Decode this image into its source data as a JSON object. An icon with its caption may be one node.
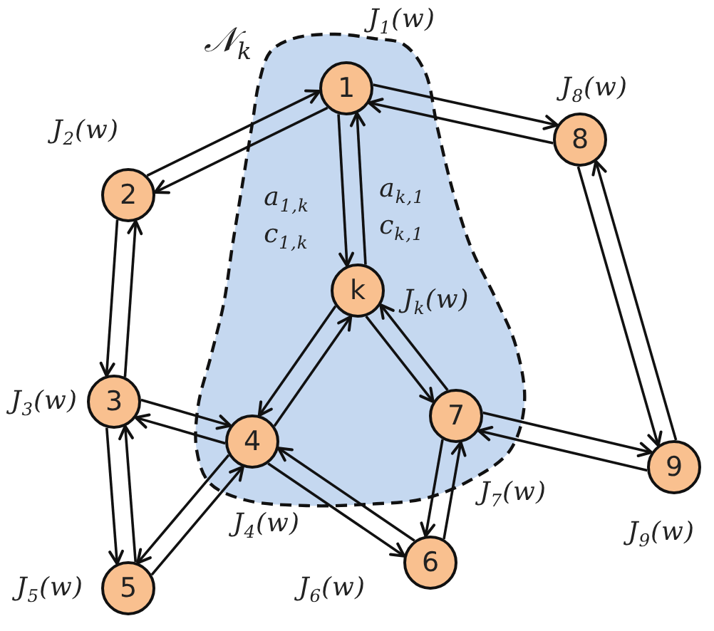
{
  "diagram": {
    "nodes": [
      {
        "text": [
          "𝒩$_{k}$"
        ]
      },
      {
        "text": [
          "1"
        ],
        "in": 0,
        "beside": [
          "J$_{1}$(w)"
        ]
      },
      {
        "text": [
          "2"
        ],
        "beside": [
          "J$_{2}$(w)"
        ]
      },
      {
        "text": [
          "3"
        ],
        "beside": [
          "J$_{3}$(w)"
        ]
      },
      {
        "text": [
          "4"
        ],
        "in": 0,
        "beside": [
          "J$_{4}$(w)"
        ]
      },
      {
        "text": [
          "5"
        ],
        "beside": [
          "J$_{5}$(w)"
        ]
      },
      {
        "text": [
          "6"
        ],
        "beside": [
          "J$_{6}$(w)"
        ]
      },
      {
        "text": [
          "7"
        ],
        "in": 0,
        "beside": [
          "J$_{7}$(w)"
        ]
      },
      {
        "text": [
          "8"
        ],
        "beside": [
          "J$_{8}$(w)"
        ]
      },
      {
        "text": [
          "9"
        ],
        "beside": [
          "J$_{9}$(w)"
        ]
      },
      {
        "text": [
          "k"
        ],
        "in": 0,
        "beside": [
          "J$_{k}$(w)"
        ]
      }
    ],
    "edges": [
      {
        "from": 1,
        "to": 2,
        "arrow": "to"
      },
      {
        "from": 2,
        "to": 1,
        "arrow": "to"
      },
      {
        "from": 1,
        "to": 8,
        "arrow": "to"
      },
      {
        "from": 8,
        "to": 1,
        "arrow": "to"
      },
      {
        "from": 1,
        "to": 10,
        "arrow": "to",
        "label": "a$_{1,k}$ c$_{1,k}$"
      },
      {
        "from": 10,
        "to": 1,
        "arrow": "to",
        "label": "a$_{k,1}$ c$_{k,1}$"
      },
      {
        "from": 2,
        "to": 3,
        "arrow": "to"
      },
      {
        "from": 3,
        "to": 2,
        "arrow": "to"
      },
      {
        "from": 8,
        "to": 9,
        "arrow": "to"
      },
      {
        "from": 9,
        "to": 8,
        "arrow": "to"
      },
      {
        "from": 3,
        "to": 4,
        "arrow": "to"
      },
      {
        "from": 4,
        "to": 3,
        "arrow": "to"
      },
      {
        "from": 3,
        "to": 5,
        "arrow": "to"
      },
      {
        "from": 5,
        "to": 3,
        "arrow": "to"
      },
      {
        "from": 4,
        "to": 5,
        "arrow": "to"
      },
      {
        "from": 5,
        "to": 4,
        "arrow": "to"
      },
      {
        "from": 10,
        "to": 4,
        "arrow": "to"
      },
      {
        "from": 4,
        "to": 10,
        "arrow": "to"
      },
      {
        "from": 10,
        "to": 7,
        "arrow": "to"
      },
      {
        "from": 7,
        "to": 10,
        "arrow": "to"
      },
      {
        "from": 4,
        "to": 6,
        "arrow": "to"
      },
      {
        "from": 6,
        "to": 4,
        "arrow": "to"
      },
      {
        "from": 7,
        "to": 6,
        "arrow": "to"
      },
      {
        "from": 6,
        "to": 7,
        "arrow": "to"
      },
      {
        "from": 7,
        "to": 9,
        "arrow": "to"
      },
      {
        "from": 9,
        "to": 7,
        "arrow": "to"
      }
    ]
  }
}
